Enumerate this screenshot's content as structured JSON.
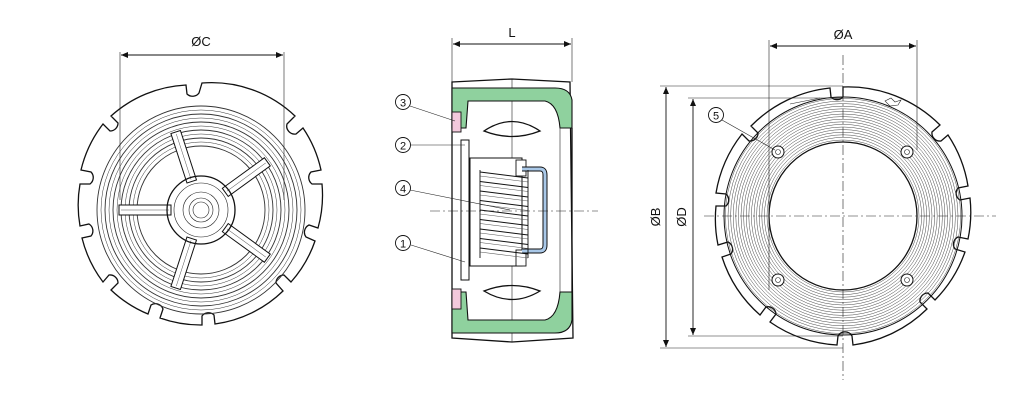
{
  "dimensions": {
    "c": "ØC",
    "l": "L",
    "a": "ØA",
    "b": "ØB",
    "d": "ØD"
  },
  "callouts": [
    "1",
    "2",
    "3",
    "4",
    "5"
  ],
  "colors": {
    "seal_green": "#8fd19e",
    "seat_pink": "#f3c9dc",
    "spring_blue": "#a9c8e8",
    "line": "#111111"
  }
}
